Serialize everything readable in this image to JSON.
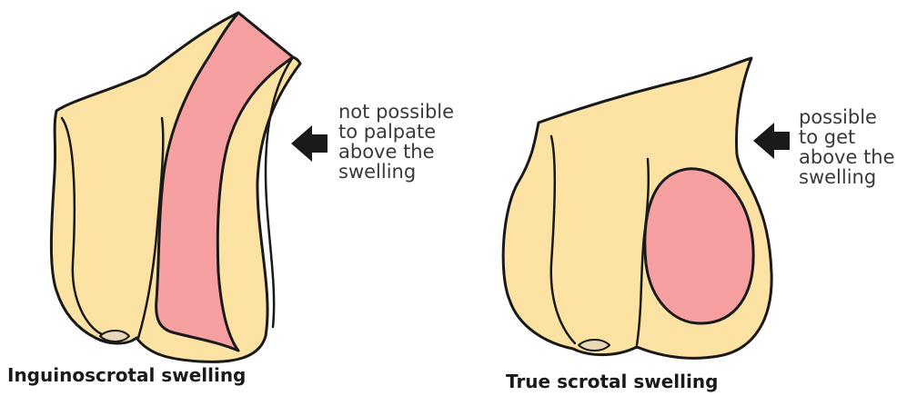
{
  "colors": {
    "skin": "#fce3a3",
    "swelling": "#f7a0a2",
    "outline": "#1a1a1a",
    "arrow": "#1a1a1a",
    "text": "#3a3a3a"
  },
  "left_panel": {
    "note": "not possible\nto palpate\nabove the\nswelling",
    "caption": "Inguinoscrotal swelling",
    "arrow_icon": "arrow-left-icon"
  },
  "right_panel": {
    "note": "possible\nto get\nabove the\nswelling",
    "caption": "True scrotal swelling",
    "arrow_icon": "arrow-left-icon"
  }
}
